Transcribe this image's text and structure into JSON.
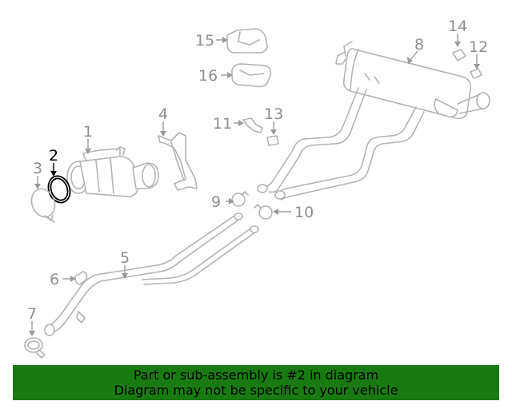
{
  "diagram": {
    "callouts": [
      "1",
      "2",
      "3",
      "4",
      "5",
      "6",
      "7",
      "8",
      "9",
      "10",
      "11",
      "12",
      "13",
      "14",
      "15",
      "16"
    ],
    "highlighted_part": "2"
  },
  "banner": {
    "line1": "Part or sub-assembly is #2 in diagram",
    "line2": "Diagram may not be specific to your vehicle",
    "background": "#1a7a12"
  }
}
